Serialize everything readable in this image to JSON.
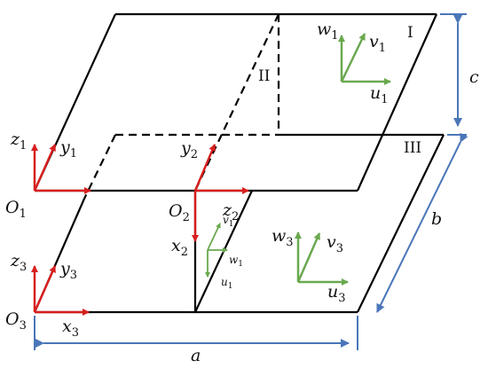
{
  "colors": {
    "plate_edge": "#000000",
    "global_axis": "#d81e1e",
    "local_axis": "#6aa84f",
    "dimension": "#4a76b8"
  },
  "regions": {
    "r1": "I",
    "r2": "II",
    "r3": "III"
  },
  "origins": {
    "o1": {
      "base": "O",
      "sub": "1"
    },
    "o2": {
      "base": "O",
      "sub": "2"
    },
    "o3": {
      "base": "O",
      "sub": "3"
    }
  },
  "global_axes": {
    "z1": {
      "base": "z",
      "sub": "1"
    },
    "y1": {
      "base": "y",
      "sub": "1"
    },
    "y2": {
      "base": "y",
      "sub": "2"
    },
    "z2": {
      "base": "z",
      "sub": "2"
    },
    "x2": {
      "base": "x",
      "sub": "2"
    },
    "z3": {
      "base": "z",
      "sub": "3"
    },
    "y3": {
      "base": "y",
      "sub": "3"
    },
    "x3": {
      "base": "x",
      "sub": "3"
    }
  },
  "local_axes": {
    "w1": {
      "base": "w",
      "sub": "1"
    },
    "v1": {
      "base": "v",
      "sub": "1"
    },
    "u1": {
      "base": "u",
      "sub": "1"
    },
    "w3": {
      "base": "w",
      "sub": "3"
    },
    "v3": {
      "base": "v",
      "sub": "3"
    },
    "u3": {
      "base": "u",
      "sub": "3"
    },
    "small_v1": {
      "base": "v",
      "sub": "1"
    },
    "small_w1": {
      "base": "w",
      "sub": "1"
    },
    "small_u1": {
      "base": "u",
      "sub": "1"
    }
  },
  "dimensions": {
    "a": "a",
    "b": "b",
    "c": "c"
  }
}
